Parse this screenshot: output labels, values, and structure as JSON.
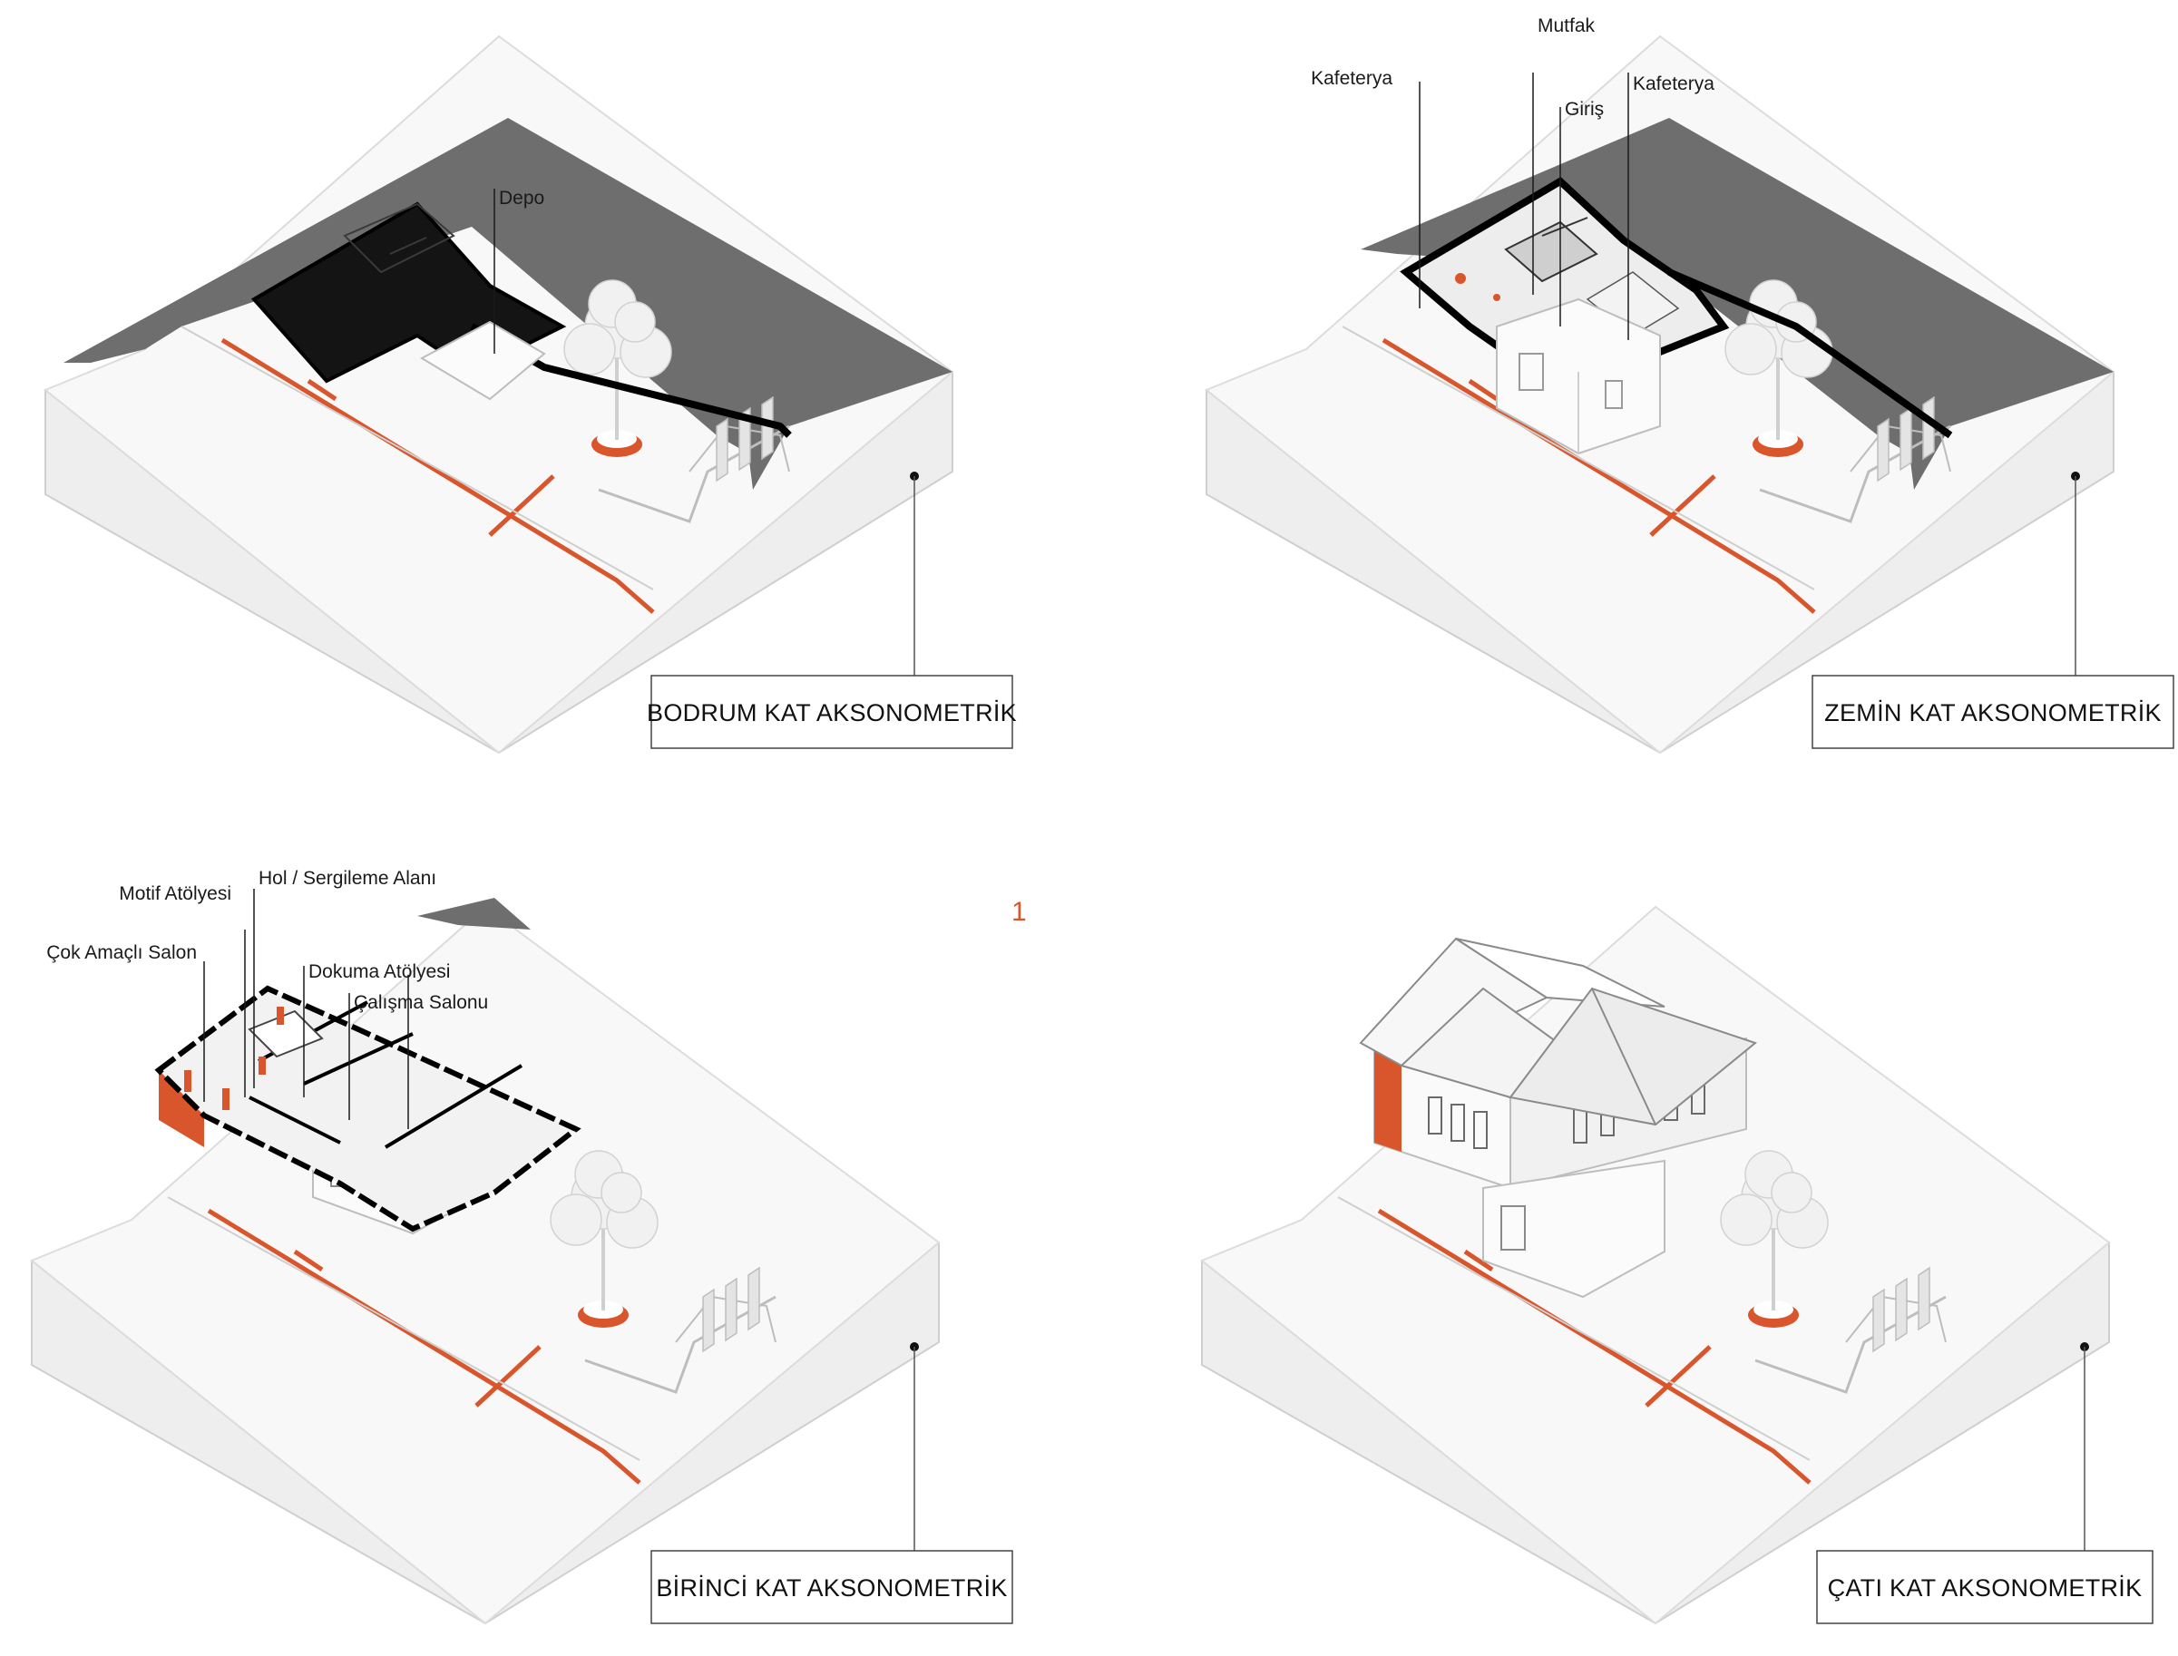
{
  "colors": {
    "accent": "#d9552b",
    "hill": "#6e6e6e",
    "ground_top": "#f7f7f7",
    "ground_side": "#ececec",
    "plan_fill": "#141414"
  },
  "page_number": "1",
  "panels": [
    {
      "id": "bodrum",
      "title": "BODRUM KAT AKSONOMETRİK",
      "labels": [
        "Depo"
      ]
    },
    {
      "id": "zemin",
      "title": "ZEMİN KAT AKSONOMETRİK",
      "labels": [
        "Mutfak",
        "Kafeterya",
        "Kafeterya",
        "Giriş"
      ]
    },
    {
      "id": "birinci",
      "title": "BİRİNCİ KAT AKSONOMETRİK",
      "labels": [
        "Motif Atölyesi",
        "Hol / Sergileme Alanı",
        "Çok Amaçlı Salon",
        "Dokuma Atölyesi",
        "Çalışma Salonu"
      ]
    },
    {
      "id": "cati",
      "title": "ÇATI KAT AKSONOMETRİK",
      "labels": []
    }
  ]
}
